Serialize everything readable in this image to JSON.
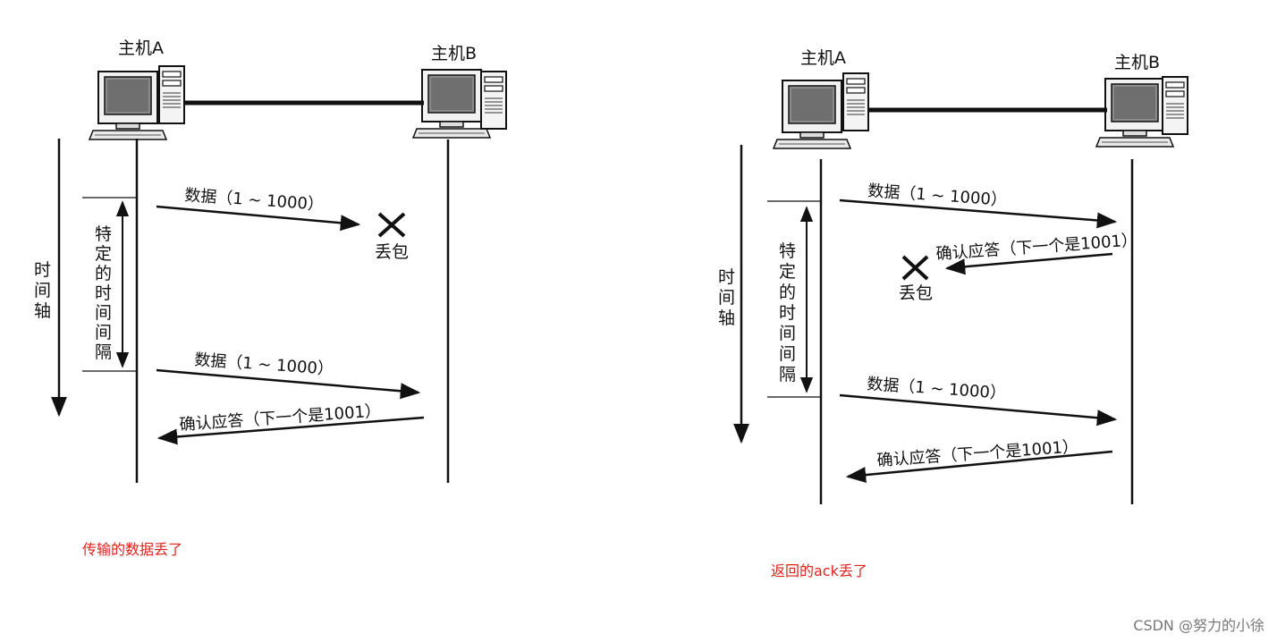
{
  "left": {
    "host_a": "主机A",
    "host_b": "主机B",
    "timeline_label": [
      "时",
      "间",
      "轴"
    ],
    "interval_label": [
      "特",
      "定",
      "的",
      "时",
      "间",
      "间",
      "隔"
    ],
    "msg_data_1": "数据（1 ~ 1000）",
    "loss_label": "丢包",
    "msg_data_2": "数据（1 ~ 1000）",
    "msg_ack": "确认应答（下一个是1001）",
    "caption": "传输的数据丢了"
  },
  "right": {
    "host_a": "主机A",
    "host_b": "主机B",
    "timeline_label": [
      "时",
      "间",
      "轴"
    ],
    "interval_label": [
      "特",
      "定",
      "的",
      "时",
      "间",
      "间",
      "隔"
    ],
    "msg_data_1": "数据（1 ~ 1000）",
    "msg_ack_1": "确认应答（下一个是1001）",
    "loss_label": "丢包",
    "msg_data_2": "数据（1 ~ 1000）",
    "msg_ack_2": "确认应答（下一个是1001）",
    "caption": "返回的ack丢了"
  },
  "watermark": "CSDN @努力的小徐"
}
